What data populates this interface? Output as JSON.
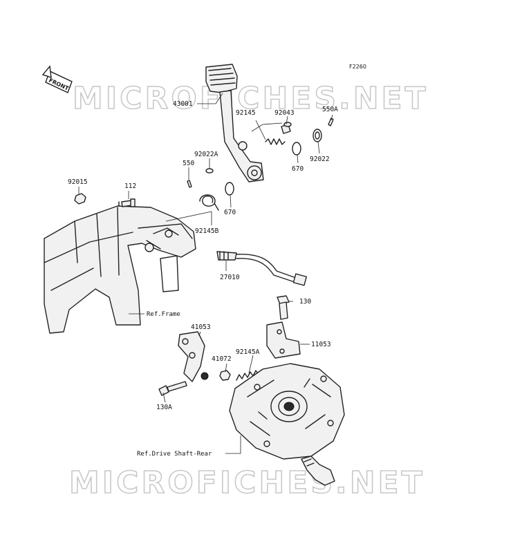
{
  "diagram_code": "F2260",
  "front_label": "FRONT",
  "watermark": "MICROFICHES.NET",
  "parts": [
    {
      "id": "43001",
      "label": "43001"
    },
    {
      "id": "92145",
      "label": "92145"
    },
    {
      "id": "92043",
      "label": "92043"
    },
    {
      "id": "550A",
      "label": "550A"
    },
    {
      "id": "92022A",
      "label": "92022A"
    },
    {
      "id": "550",
      "label": "550"
    },
    {
      "id": "670a",
      "label": "670"
    },
    {
      "id": "92022",
      "label": "92022"
    },
    {
      "id": "92015",
      "label": "92015"
    },
    {
      "id": "112",
      "label": "112"
    },
    {
      "id": "670b",
      "label": "670"
    },
    {
      "id": "92145B",
      "label": "92145B"
    },
    {
      "id": "27010",
      "label": "27010"
    },
    {
      "id": "130",
      "label": "130"
    },
    {
      "id": "41053",
      "label": "41053"
    },
    {
      "id": "92145A",
      "label": "92145A"
    },
    {
      "id": "11053",
      "label": "11053"
    },
    {
      "id": "41072",
      "label": "41072"
    },
    {
      "id": "130A",
      "label": "130A"
    }
  ],
  "references": {
    "frame": "Ref.Frame",
    "drive_shaft": "Ref.Drive Shaft-Rear"
  }
}
